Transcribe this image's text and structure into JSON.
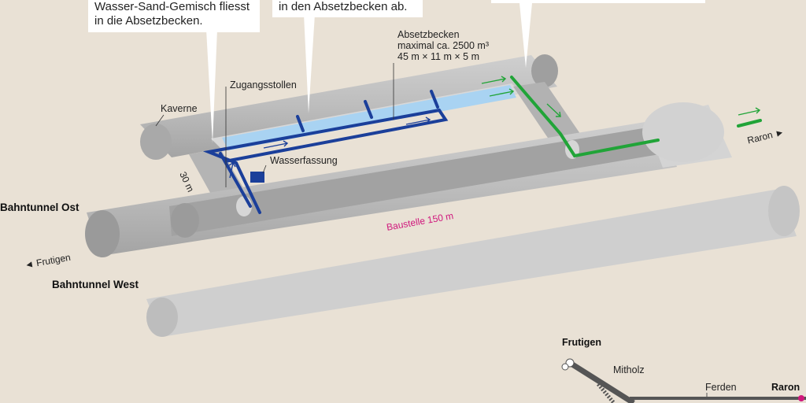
{
  "callouts": {
    "left_line1": "Wasser-Sand-Gemisch fliesst",
    "left_line2": "in die Absetzbecken.",
    "middle_line1": "in den Absetzbecken ab."
  },
  "labels": {
    "absetzbecken": "Absetzbecken",
    "absetzbecken_capacity": "maximal ca. 2500 m³",
    "absetzbecken_dims": "45 m × 11 m × 5 m",
    "zugangsstollen": "Zugangsstollen",
    "kaverne": "Kaverne",
    "wasserfassung": "Wasserfassung",
    "distance_30m": "30 m",
    "bahntunnel_ost": "Bahntunnel Ost",
    "bahntunnel_west": "Bahntunnel West",
    "baustelle": "Baustelle 150 m",
    "frutigen_arrow": "◄ Frutigen",
    "raron_arrow": "Raron ►"
  },
  "map": {
    "frutigen": "Frutigen",
    "mitholz": "Mitholz",
    "ferden": "Ferden",
    "raron": "Raron"
  },
  "colors": {
    "background": "#e9e1d5",
    "tunnel": "#b9b9b9",
    "pipe_blue": "#1b3f9a",
    "pipe_green": "#21a438",
    "basin": "#a9d3f2",
    "baustelle": "#d0187d"
  }
}
